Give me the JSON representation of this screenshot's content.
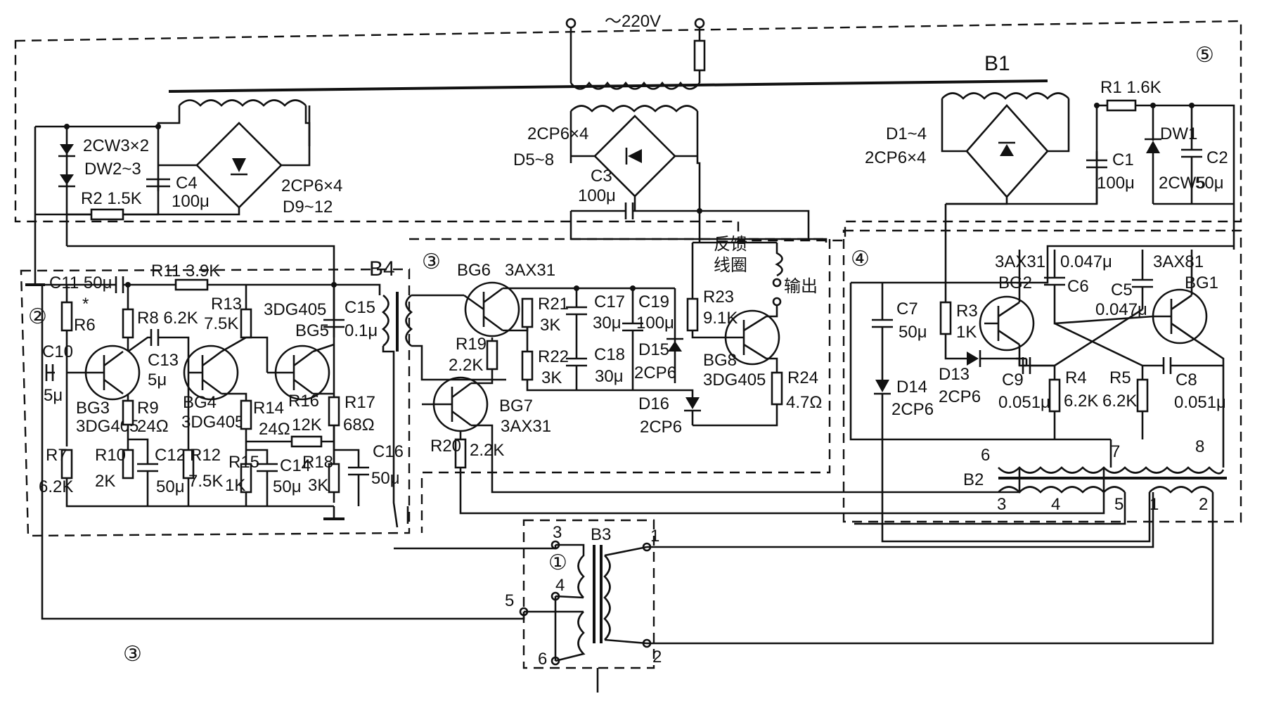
{
  "mains": {
    "label": "～220V"
  },
  "sections": {
    "s1": "①",
    "s2": "②",
    "s3a": "③",
    "s3b": "③",
    "s4": "④",
    "s5": "⑤"
  },
  "transformers": {
    "b1": "B1",
    "b2": "B2",
    "b3": "B3",
    "b4": "B4"
  },
  "psu_left": {
    "zener": "2CW3×2",
    "zener_ref": "DW2~3",
    "r2": "R2 1.5K",
    "c4_name": "C4",
    "c4_val": "100μ",
    "bridge": "2CP6×4",
    "bridge_ref": "D9~12"
  },
  "psu_mid": {
    "bridge": "2CP6×4",
    "bridge_ref": "D5~8",
    "c3_name": "C3",
    "c3_val": "100μ"
  },
  "psu_right": {
    "r1": "R1 1.6K",
    "diodes": "D1~4",
    "diodes_type": "2CP6×4",
    "c1_name": "C1",
    "c1_val": "100μ",
    "dw1": "DW1",
    "dw1_type": "2CW5",
    "c2_name": "C2",
    "c2_val": "50μ"
  },
  "stage2": {
    "c11": "C11 50μ",
    "r11": "R11 3.9K",
    "r6_mark": "*",
    "r6": "R6",
    "r8": "R8 6.2K",
    "r13_name": "R13",
    "r13_val": "7.5K",
    "bg5_type": "3DG405",
    "bg5": "BG5",
    "c15_name": "C15",
    "c15_val": "0.1μ",
    "c10": "C10",
    "c10_val": "5μ",
    "c13": "C13",
    "c13_val": "5μ",
    "bg3": "BG3",
    "bg3_type": "3DG405",
    "r9": "R9",
    "r9_val": "24Ω",
    "bg4": "BG4",
    "bg4_type": "3DG405",
    "r14": "R14",
    "r14_val": "24Ω",
    "r16": "R16",
    "r16_val": "12K",
    "r17": "R17",
    "r17_val": "68Ω",
    "r7": "R7",
    "r7_val": "6.2K",
    "r10": "R10",
    "r10_val": "2K",
    "c12": "C12",
    "c12_val": "50μ",
    "r12": "R12",
    "r12_val": "7.5K",
    "r15": "R15",
    "r15_val": "1K",
    "c14": "C14",
    "c14_val": "50μ",
    "r18": "R18",
    "r18_val": "3K",
    "c16": "C16",
    "c16_val": "50μ"
  },
  "stage3": {
    "bg6": "BG6",
    "bg6_type": "3AX31",
    "r21": "R21",
    "r21_val": "3K",
    "c17": "C17",
    "c17_val": "30μ",
    "c19": "C19",
    "c19_val": "100μ",
    "r23": "R23",
    "r23_val": "9.1K",
    "feedback": "反馈",
    "coil": "线圈",
    "output": "输出",
    "r19": "R19",
    "r19_val": "2.2K",
    "r22": "R22",
    "r22_val": "3K",
    "c18": "C18",
    "c18_val": "30μ",
    "d15": "D15",
    "d15_type": "2CP6",
    "bg8": "BG8",
    "bg8_type": "3DG405",
    "r24": "R24",
    "r24_val": "4.7Ω",
    "bg7": "BG7",
    "bg7_type": "3AX31",
    "d16": "D16",
    "d16_type": "2CP6",
    "r20": "R20",
    "r20_val": "2.2K"
  },
  "stage4": {
    "bg2_type": "3AX31",
    "c6_val": "0.047μ",
    "c6": "C6",
    "bg1_type": "3AX81",
    "c5": "C5",
    "c5_val": "0.047μ",
    "bg2": "BG2",
    "bg1": "BG1",
    "c7": "C7",
    "c7_val": "50μ",
    "r3": "R3",
    "r3_val": "1K",
    "c9": "C9",
    "c9_val": "0.051μ",
    "r4": "R4",
    "r4_val": "6.2K",
    "r5": "R5",
    "r5_val": "6.2K",
    "c8": "C8",
    "c8_val": "0.051μ",
    "d13": "D13",
    "d13_type": "2CP6",
    "d14": "D14",
    "d14_type": "2CP6"
  },
  "pins": {
    "p1": "1",
    "p2": "2",
    "p3": "3",
    "p4": "4",
    "p5": "5",
    "p6": "6",
    "p7": "7",
    "p8": "8"
  }
}
